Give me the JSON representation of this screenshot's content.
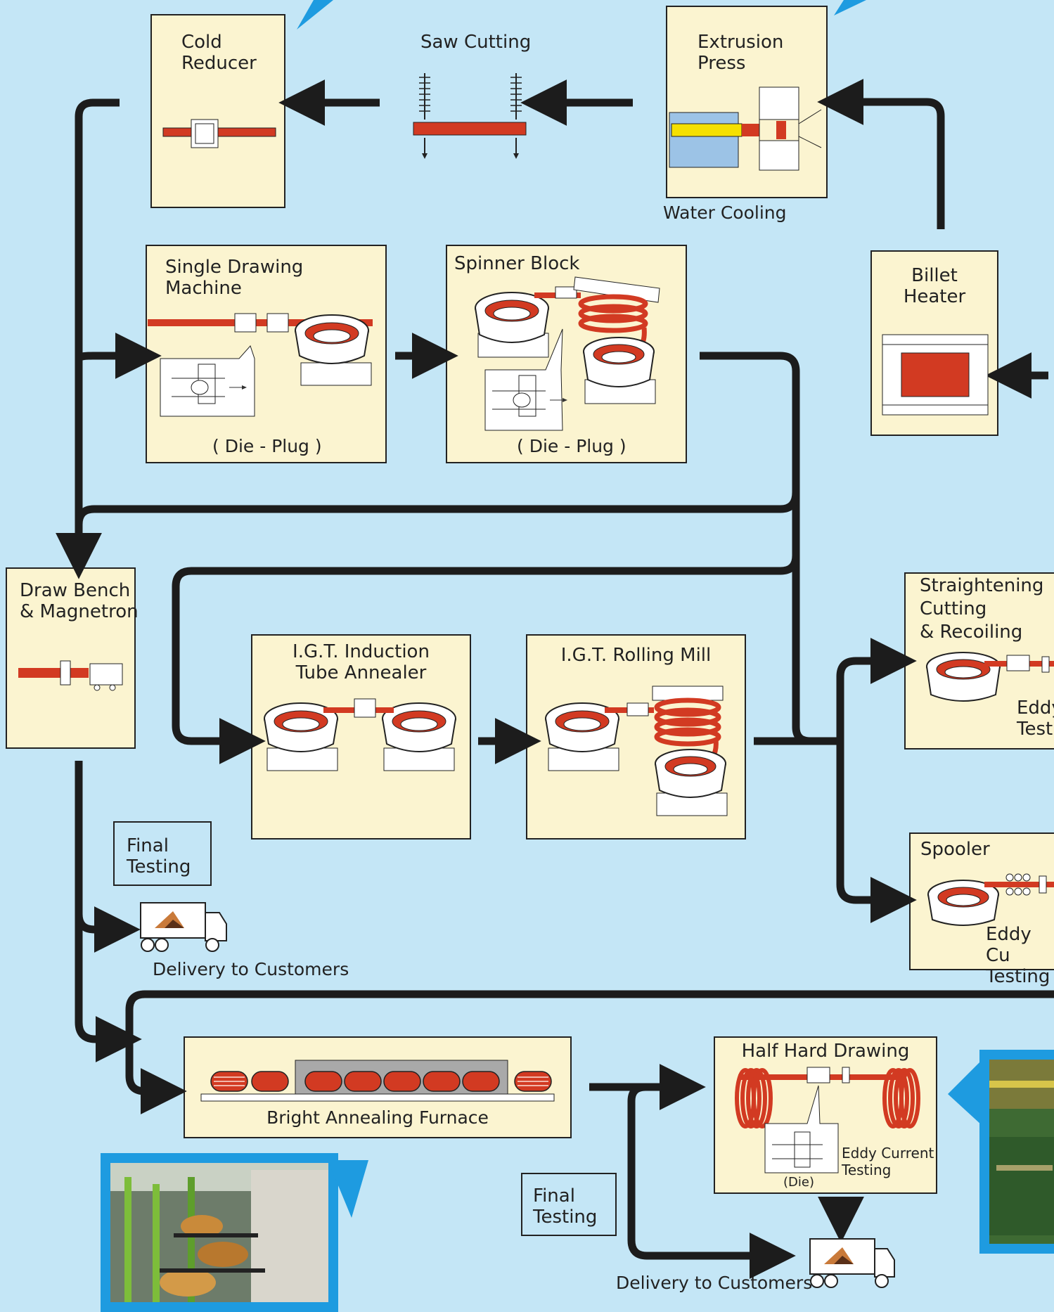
{
  "colors": {
    "background": "#c4e6f6",
    "box_fill": "#fbf4d0",
    "copper": "#d23a22",
    "arrow": "#1c1c1c",
    "photo_frame": "#1e9be0"
  },
  "stages": {
    "cold_reducer": {
      "title": "Cold\nReducer"
    },
    "saw_cutting": {
      "title": "Saw Cutting"
    },
    "extrusion_press": {
      "title": "Extrusion\nPress",
      "caption": "Water Cooling"
    },
    "billet_heater": {
      "title": "Billet\nHeater"
    },
    "single_drawing": {
      "title": "Single Drawing\nMachine",
      "caption": "( Die - Plug )"
    },
    "spinner_block": {
      "title": "Spinner Block",
      "caption": "( Die - Plug )"
    },
    "draw_bench": {
      "title": "Draw Bench\n& Magnetron"
    },
    "igt_annealer": {
      "title": "I.G.T. Induction\nTube Annealer"
    },
    "igt_rolling": {
      "title": "I.G.T. Rolling Mill"
    },
    "straightening": {
      "title": "Straightening\nCutting\n& Recoiling",
      "note": "Eddy\nTesti"
    },
    "spooler": {
      "title": "Spooler",
      "note": "Eddy Cu\nTesting"
    },
    "final_testing_1": {
      "title": "Final\nTesting"
    },
    "delivery_1": {
      "label": "Delivery to Customers"
    },
    "bright_annealing": {
      "title": "Bright Annealing Furnace"
    },
    "half_hard": {
      "title": "Half Hard Drawing",
      "note": "Eddy Current\nTesting",
      "die": "(Die)"
    },
    "final_testing_2": {
      "title": "Final\nTesting"
    },
    "delivery_2": {
      "label": "Delivery to Customers"
    }
  }
}
